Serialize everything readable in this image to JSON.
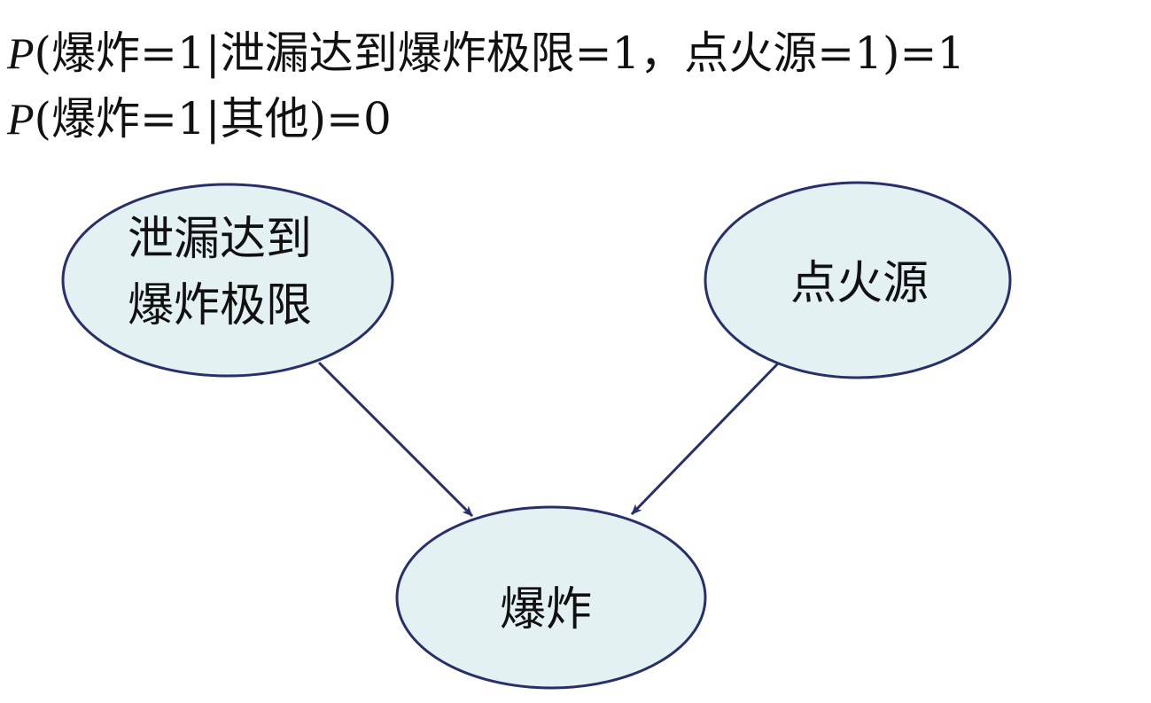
{
  "formulas": [
    {
      "prefix": "P",
      "expression": "(爆炸=1|泄漏达到爆炸极限=1，点火源=1)=1"
    },
    {
      "prefix": "P",
      "expression": "(爆炸=1|其他)=0"
    }
  ],
  "nodes": {
    "leak": {
      "line1": "泄漏达到",
      "line2": "爆炸极限"
    },
    "ignition": {
      "label": "点火源"
    },
    "explosion": {
      "label": "爆炸"
    }
  },
  "edges": [
    {
      "from": "leak",
      "to": "explosion"
    },
    {
      "from": "ignition",
      "to": "explosion"
    }
  ],
  "colors": {
    "node_fill": "#e4f1f3",
    "node_stroke": "#27306b",
    "edge_stroke": "#27306b",
    "text": "#111111"
  }
}
